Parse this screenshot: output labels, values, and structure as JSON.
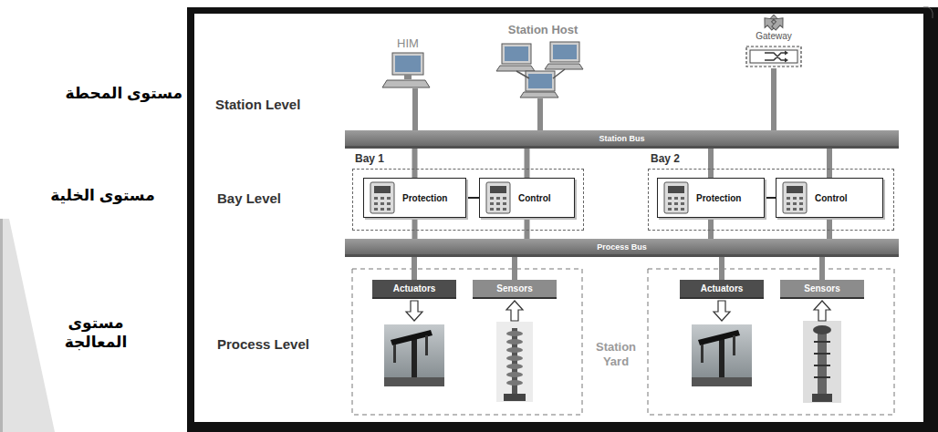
{
  "diagram": {
    "nodes": [
      {
        "text": [
          "Gateway"
        ]
      },
      {
        "text": [
          "Station Bus"
        ]
      },
      {
        "text": [
          "Bay 1"
        ]
      },
      {
        "text": [
          "Protection"
        ],
        "in": 2
      },
      {
        "text": [
          "Control"
        ],
        "in": 2
      },
      {
        "text": [
          "Bay 2"
        ]
      },
      {
        "text": [
          "Protection"
        ],
        "in": 5
      },
      {
        "text": [
          "Control"
        ],
        "in": 5
      },
      {
        "text": [
          "Process Bus"
        ]
      },
      {
        "text": [
          "Actuators"
        ]
      },
      {
        "text": [
          "Sensors"
        ]
      },
      {
        "text": [
          "Actuators"
        ]
      },
      {
        "text": [
          "Sensors"
        ]
      }
    ],
    "edges": [
      {
        "from": 0,
        "to": 1,
        "arrow": "none"
      },
      {
        "from": 1,
        "to": 3,
        "arrow": "none"
      },
      {
        "from": 1,
        "to": 4,
        "arrow": "none"
      },
      {
        "from": 1,
        "to": 6,
        "arrow": "none"
      },
      {
        "from": 1,
        "to": 7,
        "arrow": "none"
      },
      {
        "from": 3,
        "to": 4,
        "arrow": "none"
      },
      {
        "from": 6,
        "to": 7,
        "arrow": "none"
      },
      {
        "from": 3,
        "to": 8,
        "arrow": "none"
      },
      {
        "from": 4,
        "to": 8,
        "arrow": "none"
      },
      {
        "from": 6,
        "to": 8,
        "arrow": "none"
      },
      {
        "from": 7,
        "to": 8,
        "arrow": "none"
      },
      {
        "from": 8,
        "to": 9,
        "arrow": "none"
      },
      {
        "from": 8,
        "to": 10,
        "arrow": "none"
      },
      {
        "from": 8,
        "to": 11,
        "arrow": "none"
      },
      {
        "from": 8,
        "to": 12,
        "arrow": "none"
      }
    ],
    "labels": [
      "مستوى المحطة",
      "مستوى الخلية",
      "مستوى المعالجة",
      "HIM",
      "Station Host",
      "Station Level",
      "Bay Level",
      "Process Level",
      "Station Yard"
    ]
  }
}
